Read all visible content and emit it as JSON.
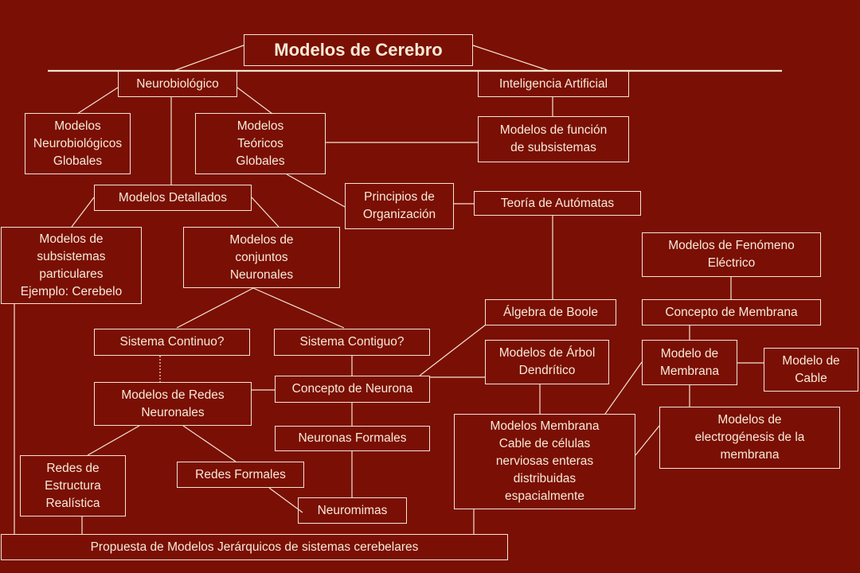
{
  "title": "Modelos de Cerebro",
  "colors": {
    "background": "#7a0f05",
    "lines": "#f3e6cf",
    "text": "#f6ead6"
  },
  "nodes": {
    "neurobiologico": "Neurobiológico",
    "inteligencia_artificial": "Inteligencia Artificial",
    "modelos_neurobiologicos_globales": "Modelos\nNeurobiológicos\nGlobales",
    "modelos_teoricos_globales": "Modelos\nTeóricos\nGlobales",
    "modelos_funcion_subsistemas": "Modelos de función\nde subsistemas",
    "modelos_detallados": "Modelos Detallados",
    "principios_organizacion": "Principios de\nOrganización",
    "teoria_automatas": "Teoría de Autómatas",
    "modelos_subsistemas_particulares": "Modelos de\nsubsistemas\nparticulares\nEjemplo: Cerebelo",
    "modelos_conjuntos_neuronales": "Modelos de\nconjuntos\nNeuronales",
    "modelos_fenomeno_electrico": "Modelos de Fenómeno\nEléctrico",
    "algebra_boole": "Álgebra de Boole",
    "concepto_membrana": "Concepto de Membrana",
    "sistema_continuo": "Sistema Continuo?",
    "sistema_contiguo": "Sistema Contiguo?",
    "modelos_arbol_dendritico": "Modelos de Árbol\nDendrítico",
    "modelo_membrana": "Modelo de\nMembrana",
    "modelo_cable": "Modelo de\nCable",
    "modelos_redes_neuronales": "Modelos de Redes\nNeuronales",
    "concepto_neurona": "Concepto de Neurona",
    "modelos_membrana_cable": "Modelos Membrana\nCable de células\nnerviosas enteras\ndistribuidas\nespacialmente",
    "modelos_electrogenesis": "Modelos de\nelectrogénesis de la\nmembrana",
    "neuronas_formales": "Neuronas Formales",
    "redes_estructura_realistica": "Redes de\nEstructura\nRealística",
    "redes_formales": "Redes Formales",
    "neuromimas": "Neuromimas",
    "propuesta": "Propuesta de Modelos Jerárquicos de sistemas cerebelares"
  }
}
